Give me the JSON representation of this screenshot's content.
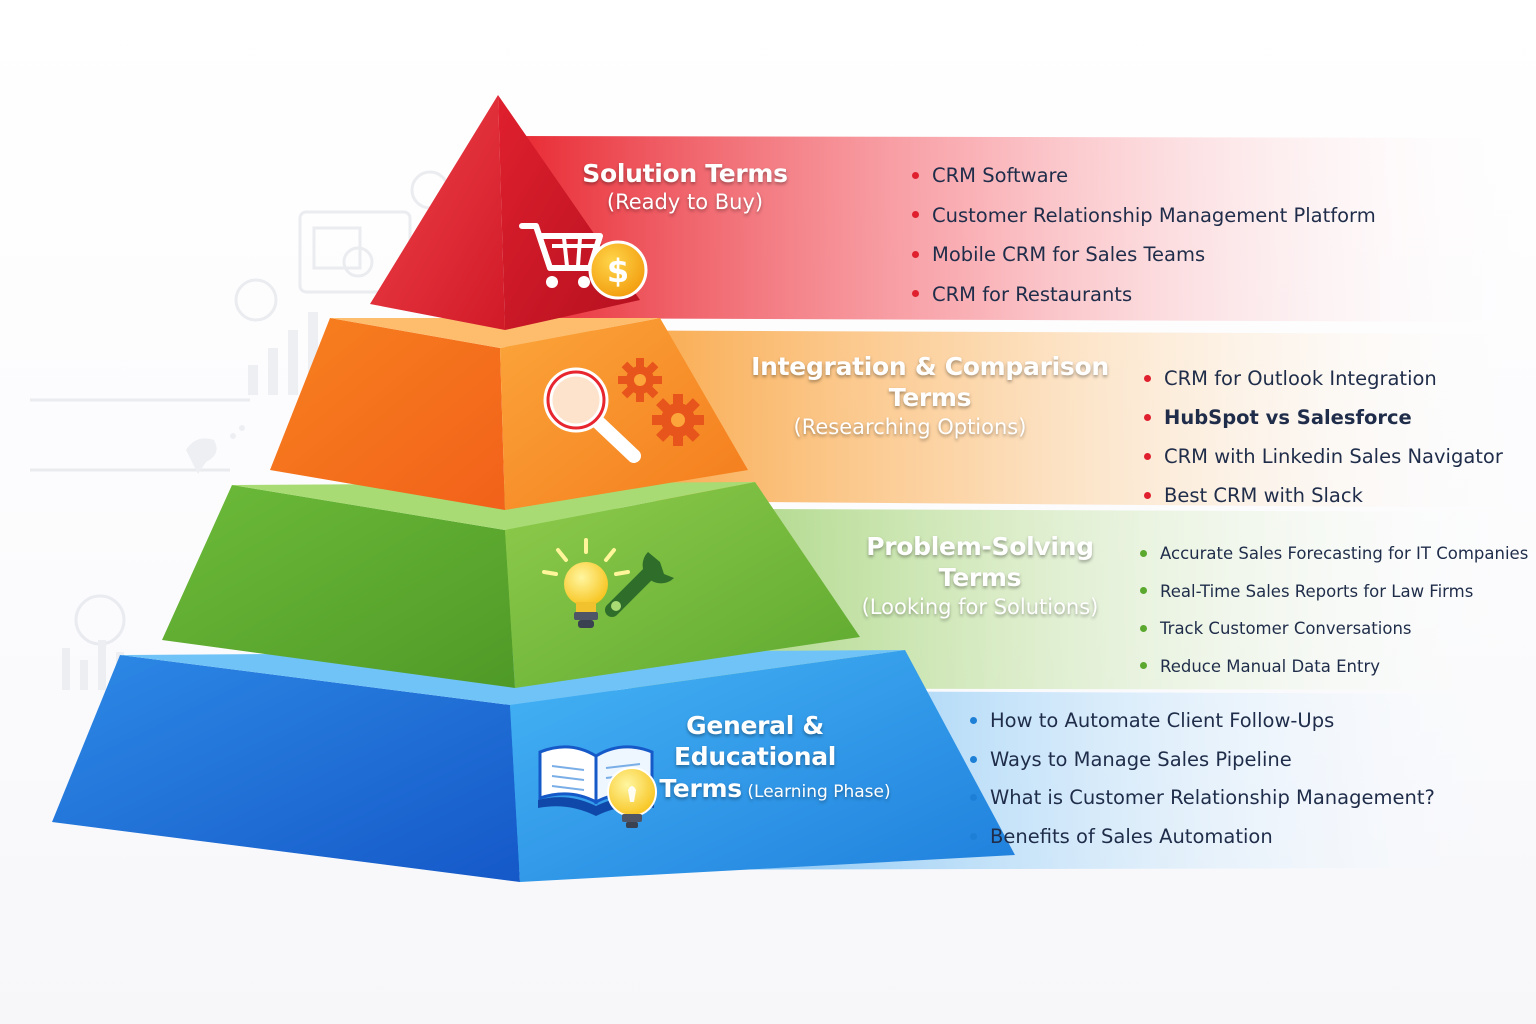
{
  "tiers": [
    {
      "id": "solution",
      "title": "Solution Terms",
      "subtitle": "(Ready to Buy)",
      "color": "#e8262f",
      "icon": "shopping-cart-dollar-icon",
      "items": [
        "CRM Software",
        "Customer Relationship Management Platform",
        "Mobile CRM for Sales Teams",
        "CRM for Restaurants"
      ]
    },
    {
      "id": "integration",
      "title": "Integration & Comparison Terms",
      "subtitle": "(Researching Options)",
      "color": "#f47a1c",
      "icon": "magnifier-gears-icon",
      "items": [
        "CRM for Outlook Integration",
        "HubSpot vs Salesforce",
        "CRM with Linkedin Sales Navigator",
        "Best CRM with Slack"
      ]
    },
    {
      "id": "problem",
      "title": "Problem-Solving Terms",
      "subtitle": "(Looking for Solutions)",
      "color": "#6ab537",
      "icon": "lightbulb-wrench-icon",
      "items": [
        "Accurate Sales Forecasting for IT Companies",
        "Real-Time Sales Reports for Law Firms",
        "Track Customer Conversations",
        "Reduce Manual Data Entry"
      ]
    },
    {
      "id": "general",
      "title": "General & Educational",
      "title_line2": "Terms",
      "subtitle": "(Learning Phase)",
      "color": "#1f7fdc",
      "icon": "book-lightbulb-icon",
      "items": [
        "How to Automate Client Follow-Ups",
        "Ways to Manage Sales Pipeline",
        "What is Customer Relationship Management?",
        "Benefits of Sales Automation"
      ]
    }
  ]
}
